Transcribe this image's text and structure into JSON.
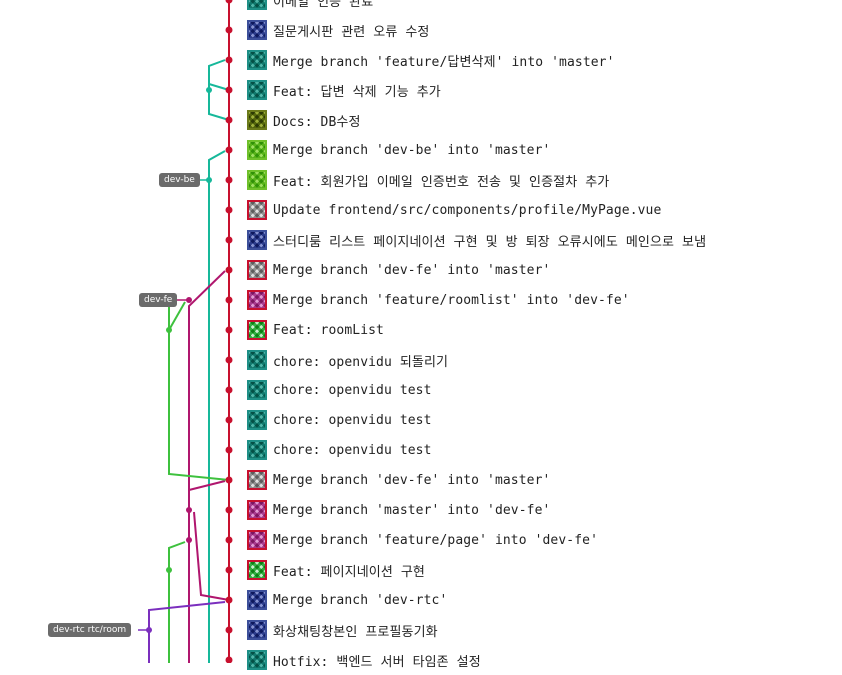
{
  "commits": [
    {
      "message": "이메일 인증 완료",
      "avatar": "teal"
    },
    {
      "message": "질문게시판 관련 오류 수정",
      "avatar": "blue"
    },
    {
      "message": "Merge branch 'feature/답변삭제' into 'master'",
      "avatar": "teal"
    },
    {
      "message": "Feat: 답변 삭제 기능 추가",
      "avatar": "teal"
    },
    {
      "message": "Docs: DB수정",
      "avatar": "olive"
    },
    {
      "message": "Merge branch 'dev-be' into 'master'",
      "avatar": "lime"
    },
    {
      "message": "Feat: 회원가입 이메일 인증번호 전송 및 인증절차 추가",
      "avatar": "lime"
    },
    {
      "message": "Update frontend/src/components/profile/MyPage.vue",
      "avatar": "grey"
    },
    {
      "message": "스터디룸 리스트 페이지네이션 구현 및 방 퇴장 오류시에도 메인으로 보냄",
      "avatar": "blue"
    },
    {
      "message": "Merge branch 'dev-fe' into 'master'",
      "avatar": "grey"
    },
    {
      "message": "Merge branch 'feature/roomlist' into 'dev-fe'",
      "avatar": "pink"
    },
    {
      "message": "Feat: roomList",
      "avatar": "green"
    },
    {
      "message": "chore: openvidu 되돌리기",
      "avatar": "teal"
    },
    {
      "message": "chore: openvidu test",
      "avatar": "teal"
    },
    {
      "message": "chore: openvidu test",
      "avatar": "teal"
    },
    {
      "message": "chore: openvidu test",
      "avatar": "teal"
    },
    {
      "message": "Merge branch 'dev-fe' into 'master'",
      "avatar": "grey"
    },
    {
      "message": "Merge branch 'master' into 'dev-fe'",
      "avatar": "pink"
    },
    {
      "message": "Merge branch 'feature/page' into 'dev-fe'",
      "avatar": "pink"
    },
    {
      "message": "Feat: 페이지네이션 구현",
      "avatar": "green"
    },
    {
      "message": "Merge branch 'dev-rtc'",
      "avatar": "blue"
    },
    {
      "message": "화상채팅창본인 프로필동기화",
      "avatar": "blue"
    },
    {
      "message": "Hotfix: 백엔드 서버 타임존 설정",
      "avatar": "teal"
    }
  ],
  "branch_labels": {
    "dev_be": "dev-be",
    "dev_fe": "dev-fe",
    "dev_rtc": "dev-rtc rtc/room"
  },
  "colors": {
    "master": "#c8102e",
    "teal": "#16b89a",
    "magenta": "#b0166e",
    "green": "#3ec13e",
    "purple": "#7b2fbe"
  }
}
